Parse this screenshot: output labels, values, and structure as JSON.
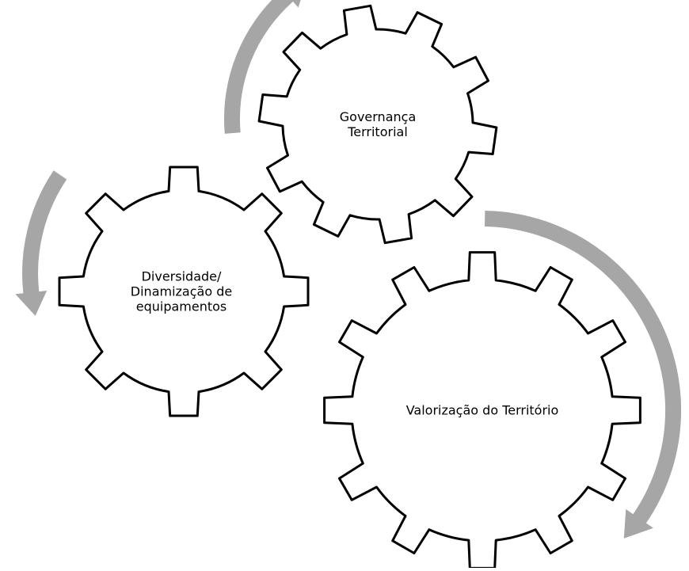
{
  "colors": {
    "gear_fill": "#ffffff",
    "gear_stroke": "#000000",
    "arrow": "#a6a6a6",
    "text": "#000000"
  },
  "gears": {
    "governanca": {
      "teeth": 10,
      "icon": "gear-icon",
      "lines": [
        "Governança",
        "Territorial"
      ]
    },
    "diversidade": {
      "teeth": 8,
      "icon": "gear-icon",
      "lines": [
        "Diversidade/",
        "Dinamização de",
        "equipamentos"
      ]
    },
    "valorizacao": {
      "teeth": 12,
      "icon": "gear-icon",
      "lines": [
        "Valorização do Território"
      ]
    }
  },
  "arrows": [
    {
      "icon": "curved-arrow-icon",
      "direction": "up"
    },
    {
      "icon": "curved-arrow-icon",
      "direction": "down-left"
    },
    {
      "icon": "curved-arrow-icon",
      "direction": "down"
    }
  ]
}
